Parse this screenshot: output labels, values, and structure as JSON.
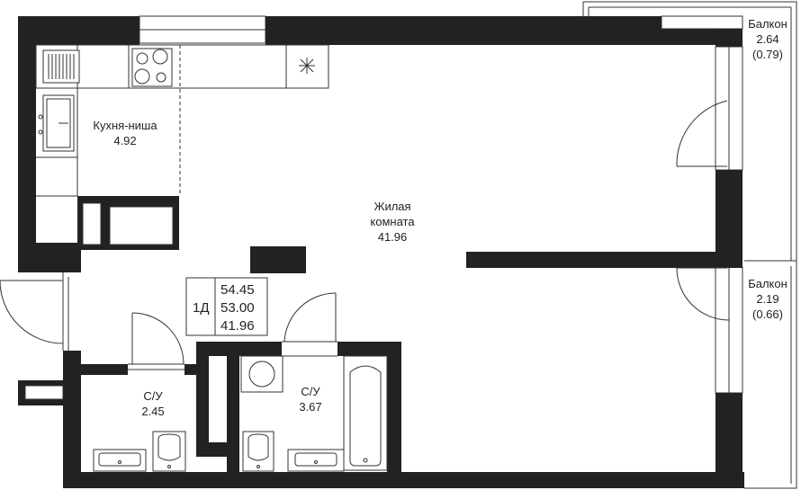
{
  "rooms": {
    "kitchen": {
      "name": "Кухня-ниша",
      "area": "4.92"
    },
    "living": {
      "name_line1": "Жилая",
      "name_line2": "комната",
      "area": "41.96"
    },
    "balcony_top": {
      "name": "Балкон",
      "area": "2.64",
      "area_coef": "(0.79)"
    },
    "balcony_bottom": {
      "name": "Балкон",
      "area": "2.19",
      "area_coef": "(0.66)"
    },
    "bath_left": {
      "name": "С/У",
      "area": "2.45"
    },
    "bath_right": {
      "name": "С/У",
      "area": "3.67"
    }
  },
  "apartment": {
    "type": "1Д",
    "total_area": "54.45",
    "area_2": "53.00",
    "living_area": "41.96"
  },
  "colors": {
    "wall": "#222222",
    "line": "#333333",
    "background": "#ffffff"
  }
}
